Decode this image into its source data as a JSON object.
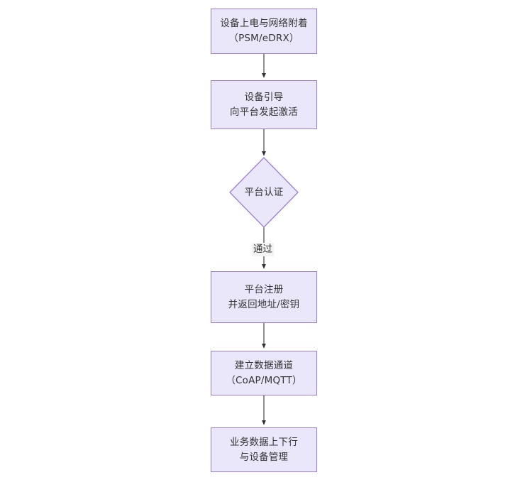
{
  "diagram": {
    "type": "flowchart",
    "direction": "top-to-bottom",
    "background": "#ffffff",
    "node_fill": "#ebe7fa",
    "node_border": "#9c7cd8",
    "edge_color": "#333333",
    "text_color": "#333333",
    "nodes": [
      {
        "id": "n1",
        "shape": "rect",
        "lines": [
          "设备上电与网络附着",
          "（PSM/eDRX）"
        ]
      },
      {
        "id": "n2",
        "shape": "rect",
        "lines": [
          "设备引导",
          "向平台发起激活"
        ]
      },
      {
        "id": "n3",
        "shape": "diamond",
        "lines": [
          "平台认证"
        ]
      },
      {
        "id": "n4",
        "shape": "rect",
        "lines": [
          "平台注册",
          "并返回地址/密钥"
        ]
      },
      {
        "id": "n5",
        "shape": "rect",
        "lines": [
          "建立数据通道",
          "（CoAP/MQTT）"
        ]
      },
      {
        "id": "n6",
        "shape": "rect",
        "lines": [
          "业务数据上下行",
          "与设备管理"
        ]
      }
    ],
    "edges": [
      {
        "from": "n1",
        "to": "n2",
        "label": ""
      },
      {
        "from": "n2",
        "to": "n3",
        "label": ""
      },
      {
        "from": "n3",
        "to": "n4",
        "label": "通过"
      },
      {
        "from": "n4",
        "to": "n5",
        "label": ""
      },
      {
        "from": "n5",
        "to": "n6",
        "label": ""
      }
    ]
  }
}
